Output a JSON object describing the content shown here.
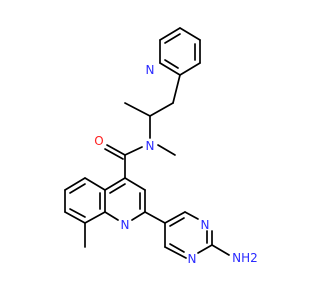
{
  "colors": {
    "background": "#ffffff",
    "bond": "#000000",
    "nitrogen": "#2b2bff",
    "oxygen": "#ff2020"
  },
  "atoms": {
    "pyridine_n": "N",
    "amide_o": "O",
    "amide_n": "N",
    "quinoline_n": "N",
    "pyrimidine_n_top": "N",
    "pyrimidine_n_bottom": "N",
    "amine_nh2": "NH2"
  }
}
